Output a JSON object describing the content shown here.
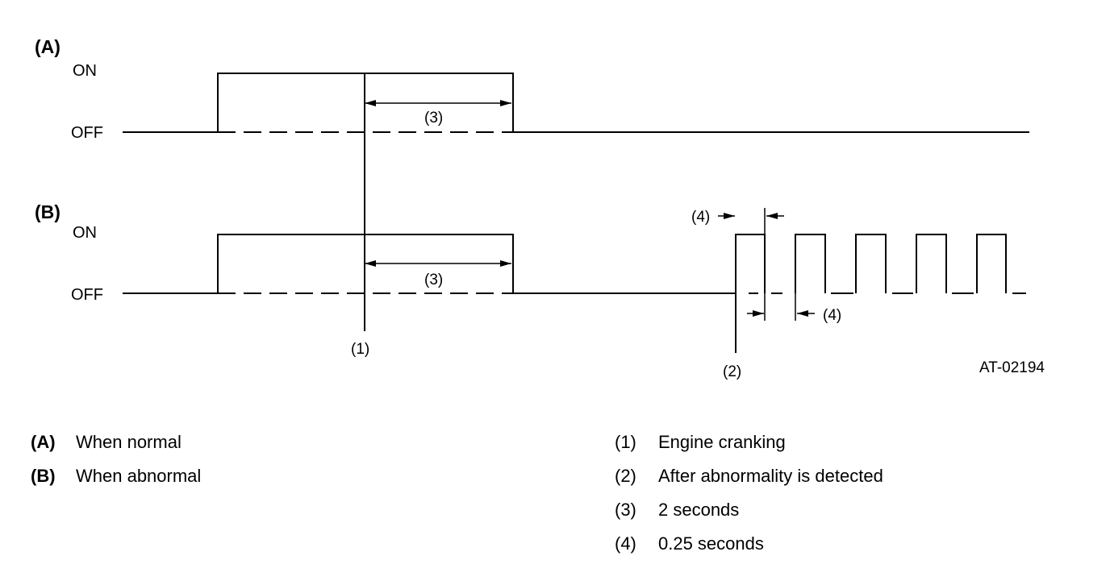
{
  "diagram": {
    "panel_a": {
      "tag": "(A)",
      "on": "ON",
      "off": "OFF",
      "dim": "(3)"
    },
    "panel_b": {
      "tag": "(B)",
      "on": "ON",
      "off": "OFF",
      "dim": "(3)",
      "pulse_width": "(4)",
      "pulse_gap": "(4)"
    },
    "marker_1": "(1)",
    "marker_2": "(2)",
    "figure_id": "AT-02194"
  },
  "legend": {
    "left": [
      {
        "key": "(A)",
        "text": "When normal"
      },
      {
        "key": "(B)",
        "text": "When abnormal"
      }
    ],
    "right": [
      {
        "key": "(1)",
        "text": "Engine cranking"
      },
      {
        "key": "(2)",
        "text": "After abnormality is detected"
      },
      {
        "key": "(3)",
        "text": "2 seconds"
      },
      {
        "key": "(4)",
        "text": "0.25 seconds"
      }
    ]
  }
}
